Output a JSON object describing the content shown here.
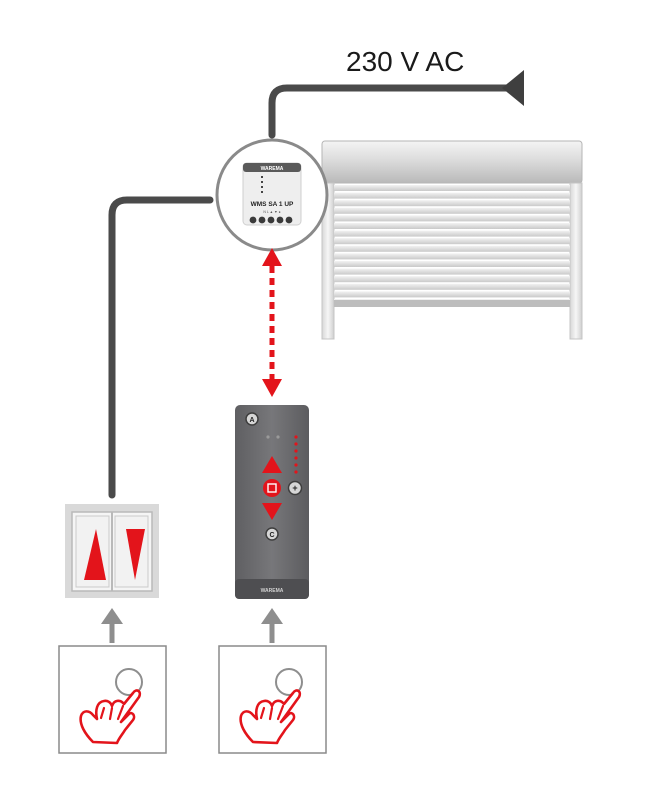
{
  "power": {
    "label": "230 V AC"
  },
  "actuator": {
    "brand": "WAREMA",
    "model": "WMS SA 1 UP",
    "terminal_labels": "N  L  ▲  ▼  ●"
  },
  "remote": {
    "button_a": "A",
    "button_c": "C",
    "button_plus": "+",
    "brand": "WAREMA"
  },
  "colors": {
    "wire": "#4a4a4a",
    "accent_red": "#e3141b",
    "remote_body": "#6d6d70",
    "switch_frame": "#d9d9d9"
  },
  "icons": [
    "hand-press-icon",
    "arrow-up-icon",
    "arrow-down-icon",
    "stop-icon",
    "power-terminal-icon"
  ]
}
